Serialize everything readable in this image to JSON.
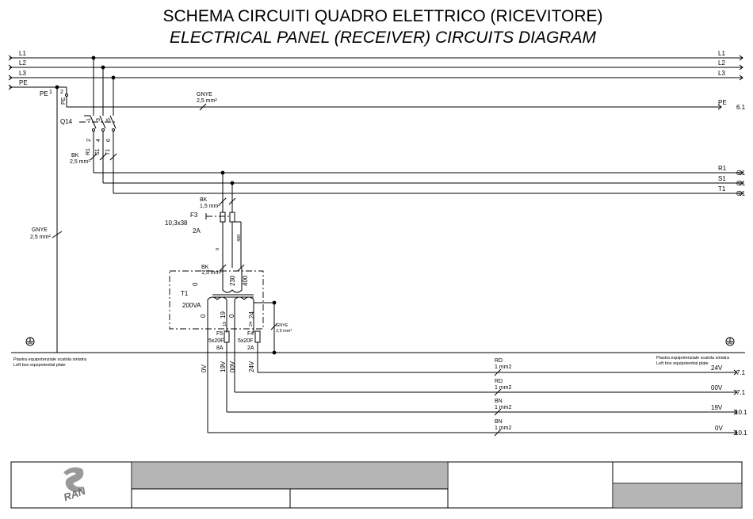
{
  "title": {
    "line1": "SCHEMA CIRCUITI QUADRO ELETTRICO (RICEVITORE)",
    "line2": "ELECTRICAL PANEL (RECEIVER) CIRCUITS DIAGRAM"
  },
  "bus": {
    "L1": "L1",
    "L2": "L2",
    "L3": "L3",
    "PE": "PE",
    "PE_right": "PE",
    "PE_ref": "6.1"
  },
  "outputs": {
    "R1": "R1",
    "S1": "S1",
    "T1": "T1",
    "ref": "6.1"
  },
  "wires": {
    "gnye": "GNYE",
    "gnye_size": "2,5 mm²",
    "bk": "BK",
    "bk_size_main": "2,5 mm²",
    "bk_size_fuse": "1,5 mm²",
    "bk_size_trafo": "1,5 mm²",
    "gnye_small": "GNYE",
    "gnye_small_size": "2,5 mm²"
  },
  "switch": {
    "ref": "Q14",
    "pe": "PE",
    "pins_top": [
      "1",
      "2",
      "1",
      "3",
      "5"
    ],
    "pe_term": "PE",
    "pins_bottom": [
      "2",
      "4",
      "6"
    ],
    "phases": [
      "R1",
      "S1",
      "T1"
    ]
  },
  "fuse_main": {
    "ref": "F3",
    "size": "10,3x38",
    "rating": "2A",
    "tap0": "0",
    "tap400": "400"
  },
  "transformer": {
    "ref": "T1",
    "power": "200VA",
    "primary": [
      "0",
      "230",
      "400"
    ],
    "secondary": [
      "0",
      "19",
      "0",
      "24"
    ],
    "sec_small": [
      "19",
      "24"
    ]
  },
  "fuses_secondary": [
    {
      "ref": "F5",
      "size": "5x20F",
      "rating": "8A"
    },
    {
      "ref": "F4",
      "size": "5x20F",
      "rating": "2A"
    }
  ],
  "earth": {
    "left_line1": "Piastra equipotenziale scatola sinistra",
    "left_line2": "Left box equipotential plate",
    "right_line1": "Piastra equipotenziale scatola sinistra",
    "right_line2": "Left box equipotential plate"
  },
  "voltage_taps": [
    "0V",
    "19V",
    "00V",
    "24V"
  ],
  "low_outputs": [
    {
      "color": "RD",
      "size": "1 mm2",
      "label": "24V",
      "ref": "7.1"
    },
    {
      "color": "RD",
      "size": "1 mm2",
      "label": "00V",
      "ref": "7.1"
    },
    {
      "color": "BN",
      "size": "1 mm2",
      "label": "19V",
      "ref": "10.1"
    },
    {
      "color": "BN",
      "size": "1 mm2",
      "label": "0V",
      "ref": "10.1"
    }
  ],
  "logo": "RAN",
  "colors": {
    "title_block_fill": "#b5b5b5",
    "line": "#000000"
  }
}
